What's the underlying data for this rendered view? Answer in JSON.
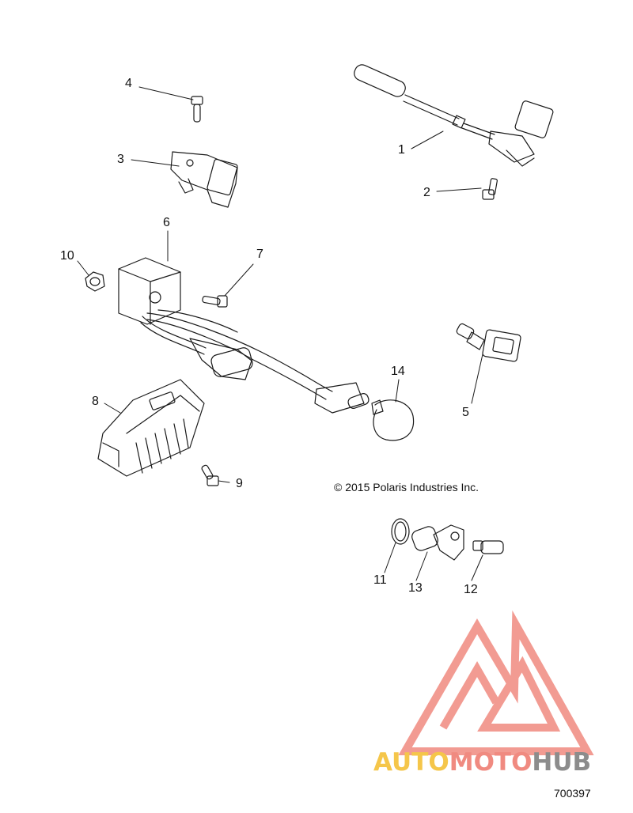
{
  "callouts": {
    "c1": "1",
    "c2": "2",
    "c3": "3",
    "c4": "4",
    "c5": "5",
    "c6": "6",
    "c7": "7",
    "c8": "8",
    "c9": "9",
    "c10": "10",
    "c11": "11",
    "c12": "12",
    "c13": "13",
    "c14": "14"
  },
  "copyright": "© 2015 Polaris Industries Inc.",
  "diagram_id": "700397",
  "watermark": {
    "brand_part1": "AUTO",
    "brand_part2": "MOTO",
    "brand_part3": "HUB",
    "color_yellow": "#f5c64a",
    "color_red": "#f08a80",
    "color_gray": "#8c8c8c"
  },
  "line_color": "#1a1a1a"
}
